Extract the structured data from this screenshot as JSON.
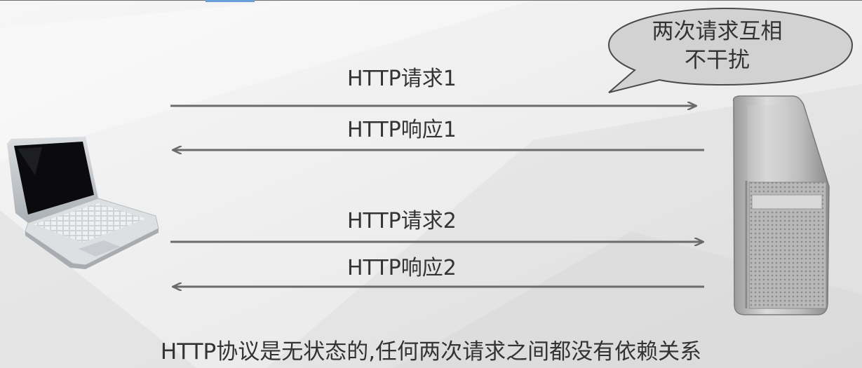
{
  "arrows": {
    "request1": "HTTP请求1",
    "response1": "HTTP响应1",
    "request2": "HTTP请求2",
    "response2": "HTTP响应2"
  },
  "bubble": {
    "line1": "两次请求互相",
    "line2": "不干扰"
  },
  "footer": "HTTP协议是无状态的,任何两次请求之间都没有依赖关系",
  "colors": {
    "arrow": "#6b6b6b",
    "text": "#333333",
    "bubble": "#d2d2d2"
  },
  "icons": [
    "laptop-icon",
    "server-tower-icon"
  ]
}
